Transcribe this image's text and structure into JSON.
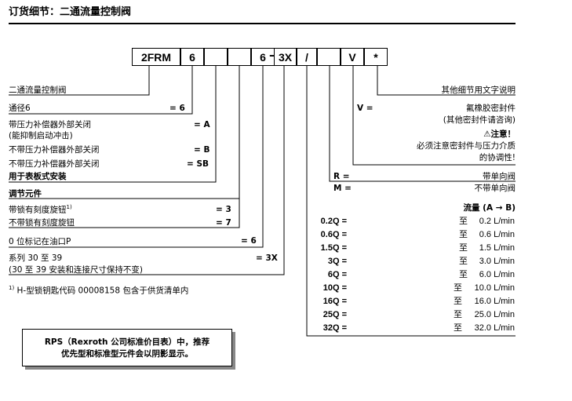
{
  "header": {
    "title": "订货细节：二通流量控制阀"
  },
  "code": {
    "part1": "2FRM",
    "part2": "6",
    "part3": "",
    "part4": "",
    "part5": "6",
    "dash": "–",
    "part6": "3X",
    "slash": "/",
    "part7": "",
    "part8": "V",
    "part9": "*"
  },
  "left": {
    "valve_name": "二通流量控制阀",
    "size_label": "通径6",
    "size_code": "= 6",
    "a_label": "带压力补偿器外部关闭",
    "a_sub": "(能抑制启动冲击)",
    "a_code": "= A",
    "b_label": "不带压力补偿器外部关闭",
    "b_code": "= B",
    "sb_label": "不带压力补偿器外部关闭",
    "sb_code": "= SB",
    "panel": "用于表板式安装",
    "adjust_head": "调节元件",
    "lock_label": "带锁有刻度旋钮",
    "lock_sup": "1)",
    "lock_code": "= 3",
    "nolock_label": "不带锁有刻度旋钮",
    "nolock_code": "= 7",
    "zero_label": "0 位标记在油口P",
    "zero_code": "= 6",
    "series_label": "系列 30 至 39",
    "series_sub": "(30 至 39 安装和连接尺寸保持不变)",
    "series_code": "= 3X",
    "footnote_sup": "1)",
    "footnote": "H-型锁钥匙代码 00008158 包含于供货清单内"
  },
  "right": {
    "other": "其他细节用文字说明",
    "v_code": "V =",
    "v_label": "氟橡胶密封件",
    "v_sub": "(其他密封件请咨询)",
    "warn_title": "注意！",
    "warn_1": "必须注意密封件与压力介质",
    "warn_2": "的协调性!",
    "r_code": "R =",
    "r_label": "带单向阀",
    "m_code": "M =",
    "m_label": "不带单向阀",
    "flow_head": "流量 (A → B)",
    "flows": [
      {
        "code": "0.2Q =",
        "to": "至",
        "val": "0.2 L/min"
      },
      {
        "code": "0.6Q =",
        "to": "至",
        "val": "0.6 L/min"
      },
      {
        "code": "1.5Q =",
        "to": "至",
        "val": "1.5 L/min"
      },
      {
        "code": "3Q =",
        "to": "至",
        "val": "3.0 L/min"
      },
      {
        "code": "6Q =",
        "to": "至",
        "val": "6.0 L/min"
      },
      {
        "code": "10Q =",
        "to": "至",
        "val": "10.0 L/min"
      },
      {
        "code": "16Q =",
        "to": "至",
        "val": "16.0 L/min"
      },
      {
        "code": "25Q =",
        "to": "至",
        "val": "25.0 L/min"
      },
      {
        "code": "32Q =",
        "to": "至",
        "val": "32.0 L/min"
      }
    ]
  },
  "note": {
    "line1": "RPS（Rexroth 公司标准价目表）中，推荐",
    "line2": "优先型和标准型元件会以阴影显示。"
  }
}
